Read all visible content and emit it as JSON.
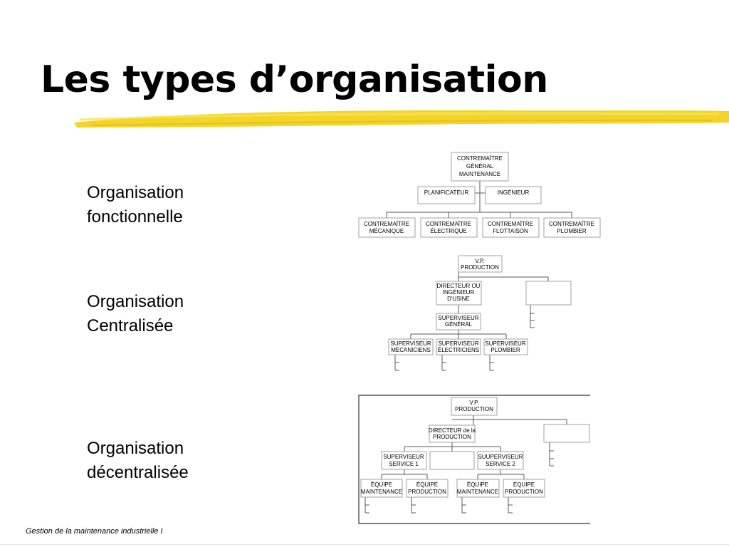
{
  "slide": {
    "title": "Les types d’organisation",
    "footer": "Gestion de la maintenance industrielle I",
    "highlight_color": "#f2d21c"
  },
  "sections": [
    {
      "line1": "Organisation",
      "line2": "fonctionnelle"
    },
    {
      "line1": "Organisation",
      "line2": "Centralisée"
    },
    {
      "line1": "Organisation",
      "line2": "décentralisée"
    }
  ],
  "diagrams": {
    "fonctionnelle": {
      "root": [
        "CONTREMAÎTRE",
        "GÉNÉRAL",
        "MAINTENANCE"
      ],
      "staff_left": [
        "PLANIFICATEUR"
      ],
      "staff_right": [
        "INGÉNIEUR"
      ],
      "units": [
        [
          "CONTREMAÎTRE",
          "MÉCANIQUE"
        ],
        [
          "CONTREMAÎTRE",
          "ÉLECTRIQUE"
        ],
        [
          "CONTREMAÎTRE",
          "FLOTTAISON"
        ],
        [
          "CONTREMAÎTRE",
          "PLOMBIER"
        ]
      ]
    },
    "centralisee": {
      "root": [
        "V.P.",
        "PRODUCTION"
      ],
      "director": [
        "DIRECTEUR OU",
        "INGÉNIEUR",
        "D'USINE"
      ],
      "supervisor": [
        "SUPERVISEUR",
        "GÉNÉRAL"
      ],
      "units": [
        [
          "SUPERVISEUR",
          "MÉCANICIENS"
        ],
        [
          "SUPERVISEUR",
          "ÉLECTRICIENS"
        ],
        [
          "SUPERVISEUR",
          "PLOMBIER"
        ]
      ]
    },
    "decentralisee": {
      "root": [
        "V.P.",
        "PRODUCTION"
      ],
      "director": [
        "DIRECTEUR de la",
        "PRODUCTION"
      ],
      "supervisors": [
        [
          "SUPERVISEUR",
          "SERVICE 1"
        ],
        [
          "SUUPERVISEUR",
          "SERVICE 2"
        ]
      ],
      "teams": [
        [
          "ÉQUIPE",
          "MAINTENANCE"
        ],
        [
          "ÉQUIPE",
          "PRODUCTION"
        ],
        [
          "ÉQUIPE",
          "MAINTENANCE"
        ],
        [
          "ÉQUIPE",
          "PRODUCTION"
        ]
      ]
    }
  }
}
